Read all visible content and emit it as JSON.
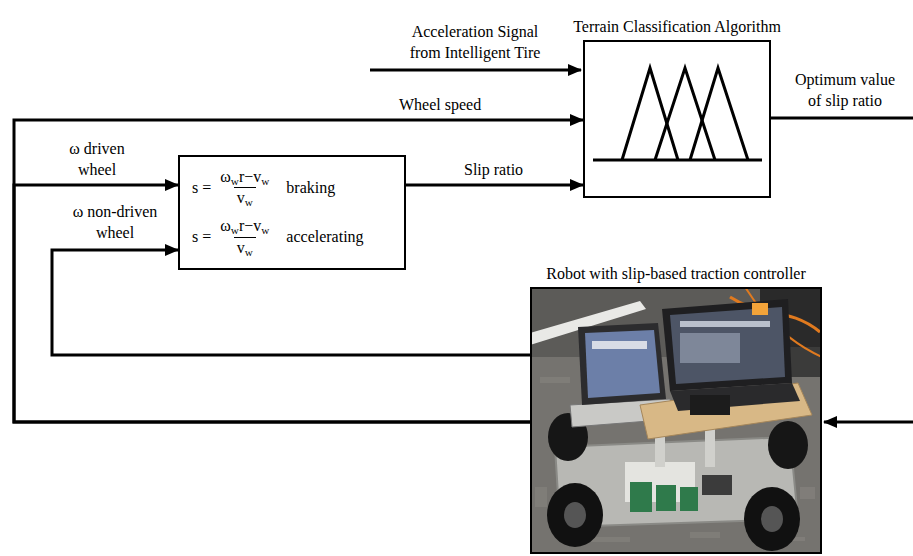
{
  "diagram": {
    "nodes": [
      {
        "text": [
          "Terrain Classification Algorithm"
        ]
      },
      {
        "text": [
          "s =",
          "ωwr−vw",
          "vw",
          "braking",
          "s =",
          "ωwr−vw",
          "vw",
          "accelerating"
        ]
      },
      {
        "text": [
          "Robot with slip-based traction controller"
        ]
      }
    ],
    "edges": [
      {
        "from": 2,
        "to": 0,
        "arrow": "to",
        "label": "Wheel speed"
      },
      {
        "from": 2,
        "to": 1,
        "arrow": "to",
        "label": "ω driven wheel"
      },
      {
        "from": 2,
        "to": 1,
        "arrow": "to",
        "label": "ω non-driven wheel"
      },
      {
        "from": 1,
        "to": 0,
        "arrow": "to",
        "label": "Slip ratio"
      }
    ],
    "labels": [
      "Acceleration Signal from Intelligent Tire",
      "Optimum value of slip ratio"
    ]
  }
}
